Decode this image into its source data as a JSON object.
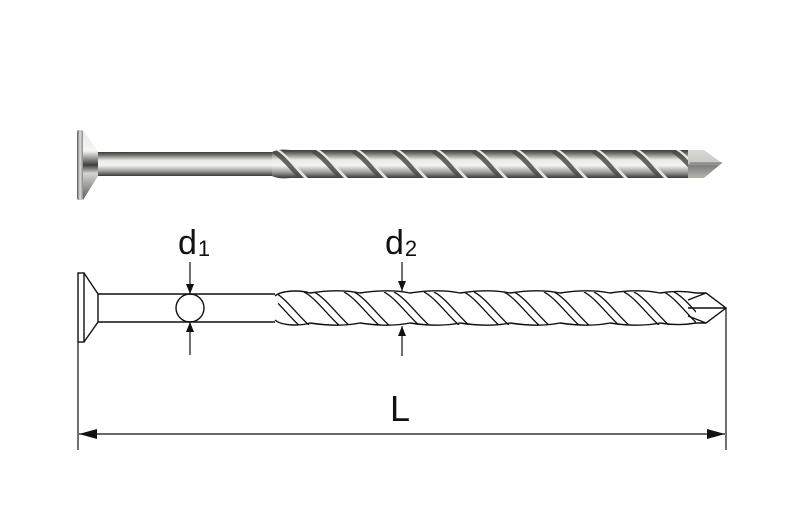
{
  "figure": {
    "subject": "Screw (twisted) nail with countersunk head",
    "views": [
      "realistic-render",
      "technical-line-drawing"
    ]
  },
  "dimensions": {
    "d1": {
      "label": "d",
      "subscript": "1",
      "meaning": "shank diameter"
    },
    "d2": {
      "label": "d",
      "subscript": "2",
      "meaning": "thread diameter"
    },
    "L": {
      "label": "L",
      "meaning": "overall length"
    }
  },
  "colors": {
    "background": "#ffffff",
    "line": "#111111",
    "metal_light": "#f2f2ef",
    "metal_mid": "#b8b8b4",
    "metal_dark": "#3c3c3a"
  }
}
